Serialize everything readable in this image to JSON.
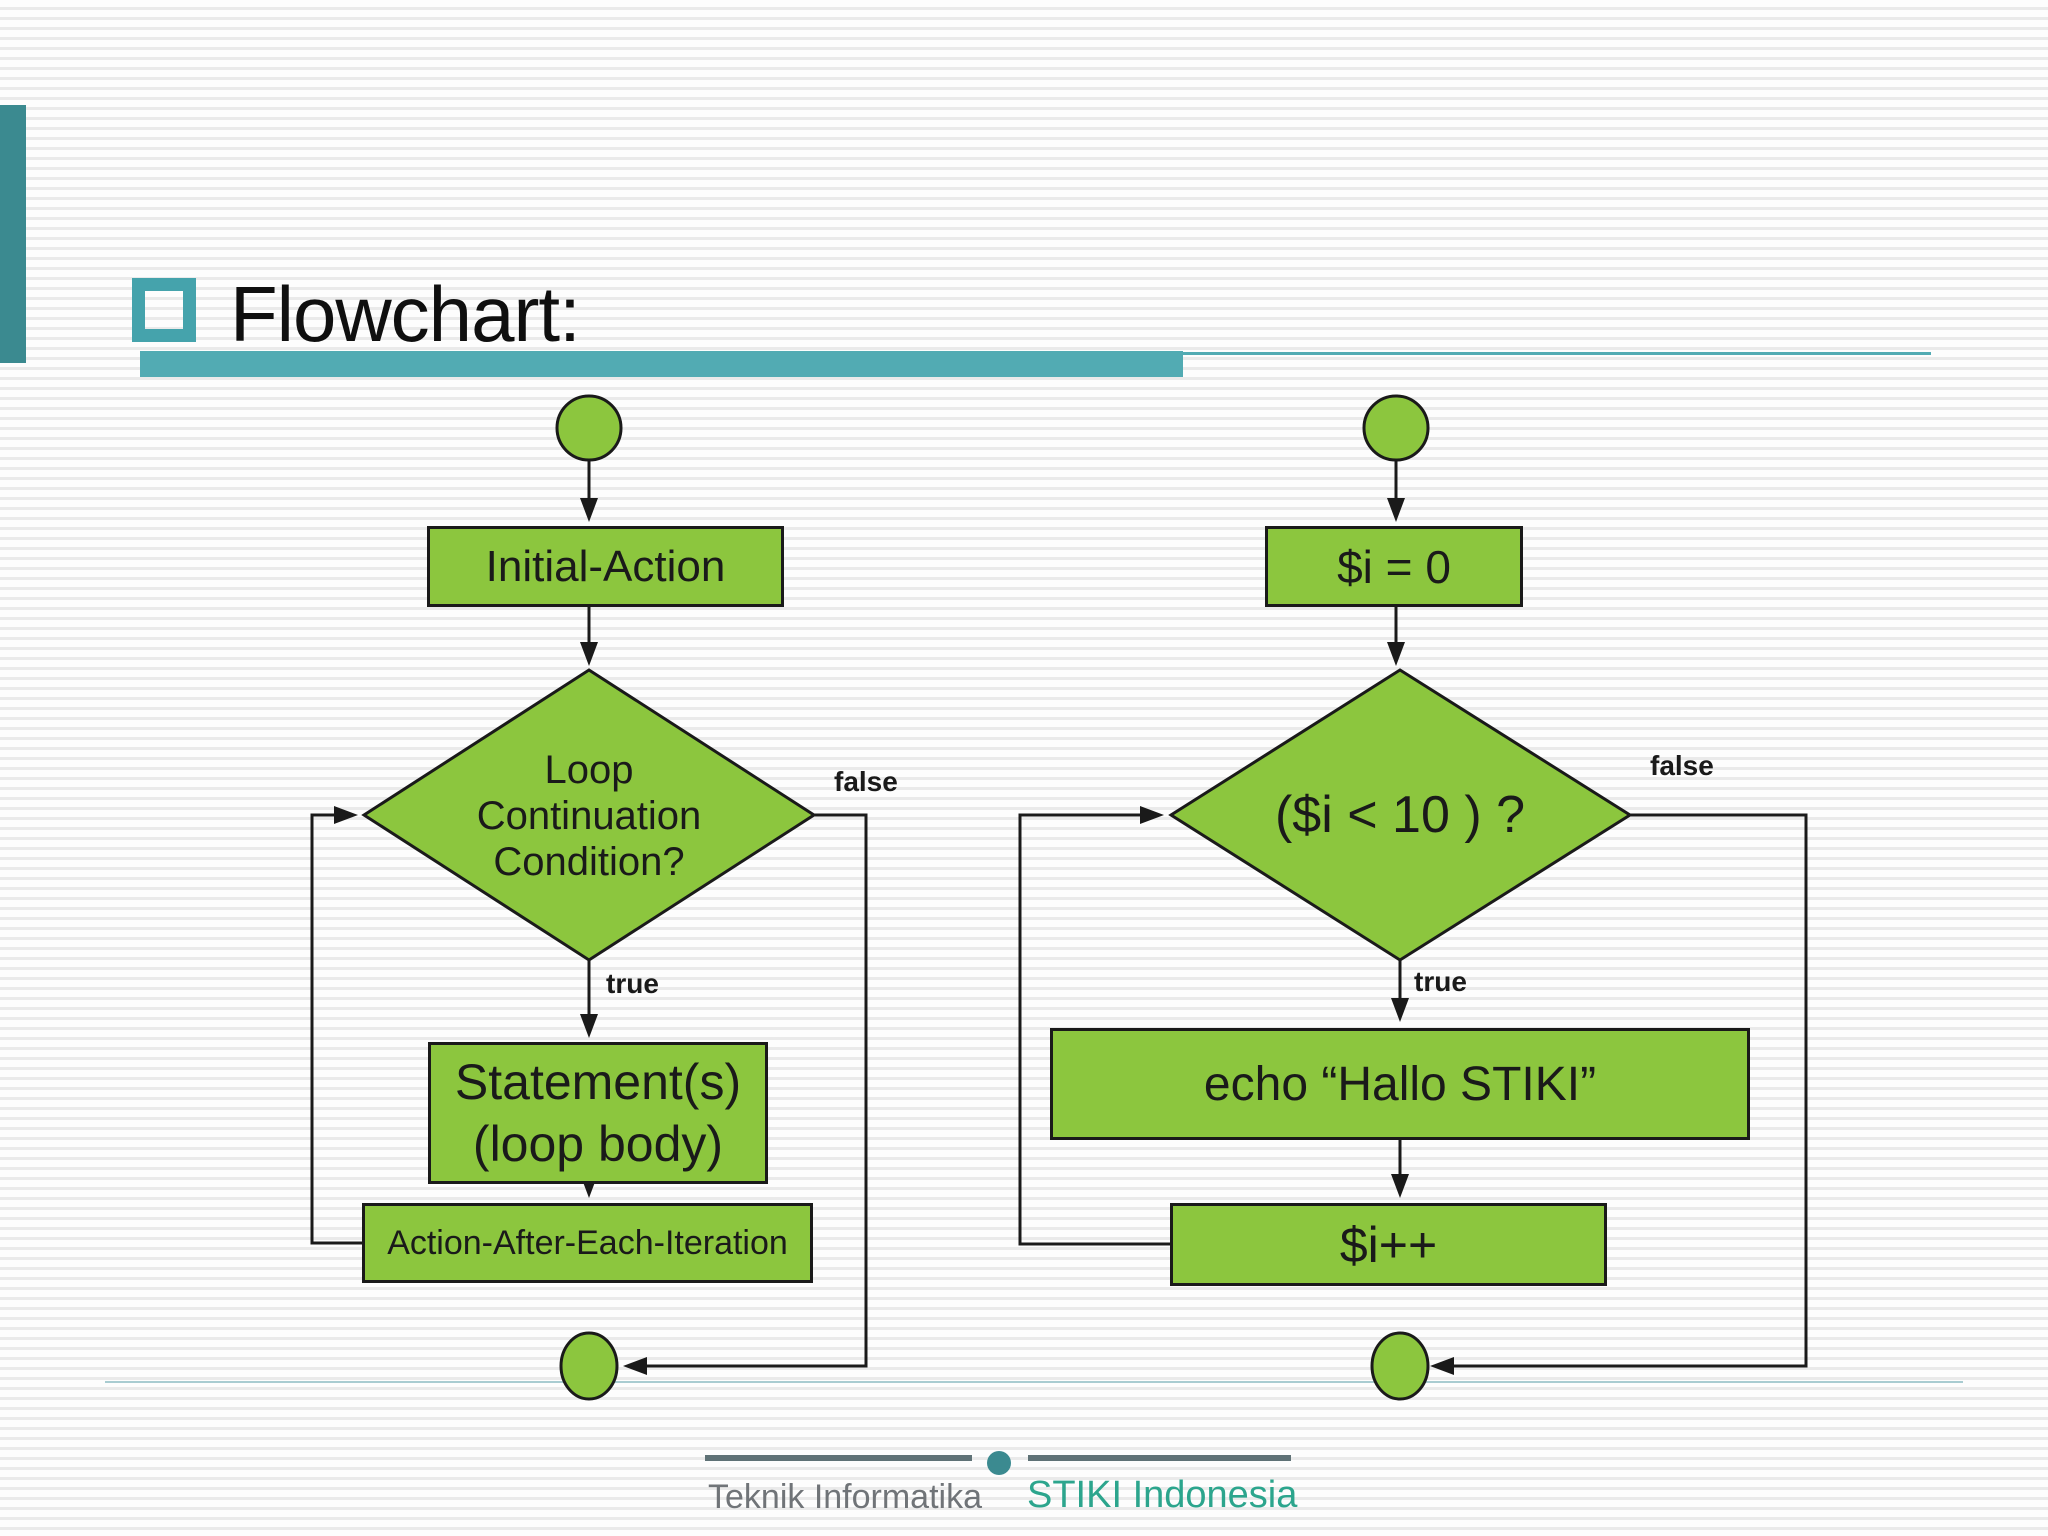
{
  "slide": {
    "title": "Flowchart:"
  },
  "generic_flowchart": {
    "initial_action": "Initial-Action",
    "condition": [
      "Loop",
      "Continuation",
      "Condition?"
    ],
    "true_label": "true",
    "false_label": "false",
    "statements": [
      "Statement(s)",
      "(loop body)"
    ],
    "after_iteration": "Action-After-Each-Iteration"
  },
  "php_flowchart": {
    "initialization": "$i = 0",
    "condition": "($i < 10 ) ?",
    "true_label": "true",
    "false_label": "false",
    "loop_body": "echo “Hallo STIKI”",
    "increment": "$i++"
  },
  "footer": {
    "department": "Teknik Informatika",
    "institution": "STIKI Indonesia"
  },
  "colors": {
    "node_green": "#8cc63e",
    "ink": "#1a1a1a",
    "accent_teal": "#52abb3",
    "accent_teal_dark": "#3b8a90",
    "square_teal": "#45a3ac",
    "footer_bar_gray": "#5f7276",
    "footer_text_gray": "#707478",
    "footer_text_teal": "#2ca58d",
    "rule_light": "#a9ccd1",
    "stripe_gray": "#eaeaea"
  }
}
